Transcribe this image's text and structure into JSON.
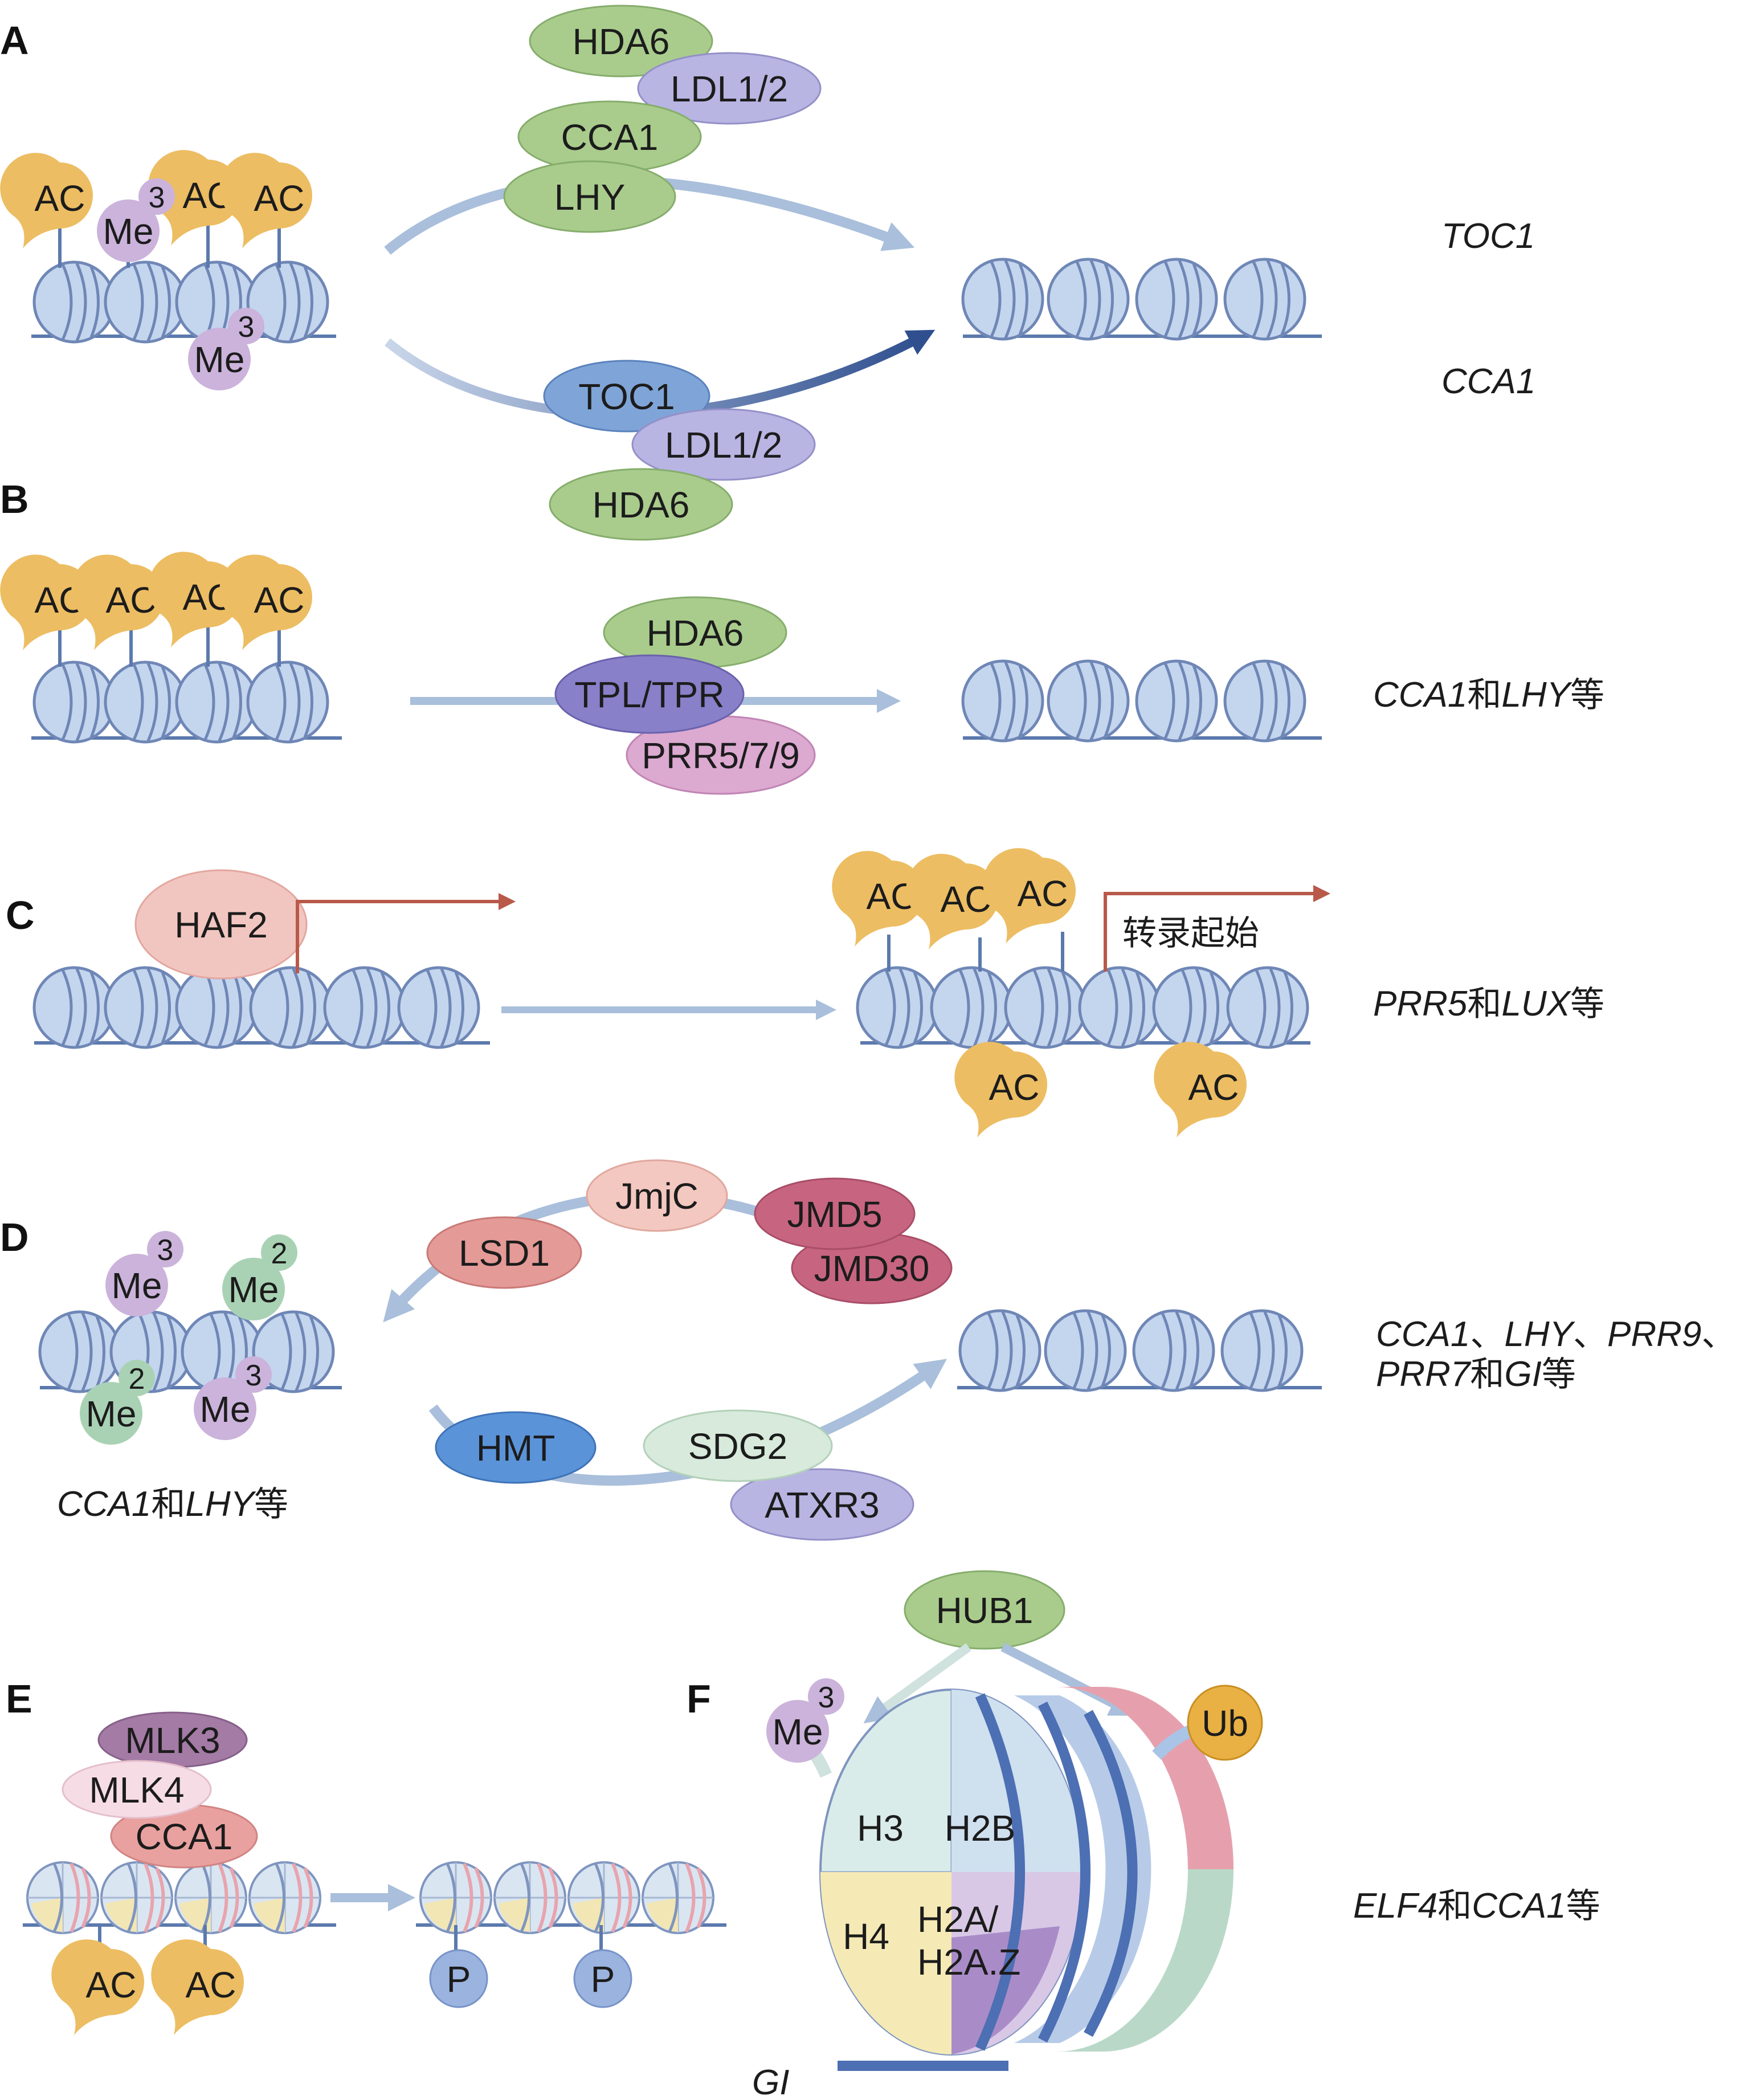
{
  "panels": {
    "A": {
      "label": "A",
      "proteins_top": [
        "HDA6",
        "LDL1/2",
        "CCA1",
        "LHY"
      ],
      "proteins_bottom": [
        "TOC1",
        "LDL1/2",
        "HDA6"
      ],
      "marks": {
        "ac": "AC",
        "me": "Me",
        "me_num": "3"
      },
      "genes": [
        "TOC1",
        "CCA1"
      ]
    },
    "B": {
      "label": "B",
      "marks": {
        "ac": "AC"
      },
      "proteins": [
        "HDA6",
        "TPL/TPR",
        "PRR5/7/9"
      ],
      "gene_a": "CCA1",
      "gene_sep": "和",
      "gene_b": "LHY",
      "gene_tail": "等"
    },
    "C": {
      "label": "C",
      "protein": "HAF2",
      "marks": {
        "ac": "AC"
      },
      "tss_label": "转录起始",
      "gene_a": "PRR5",
      "gene_sep": "和",
      "gene_b": "LUX",
      "gene_tail": "等"
    },
    "D": {
      "label": "D",
      "marks": {
        "me": "Me",
        "num3": "3",
        "num2": "2"
      },
      "upper": [
        "JmjC",
        "JMD5",
        "LSD1",
        "JMD30"
      ],
      "lower": [
        "HMT",
        "SDG2",
        "ATXR3"
      ],
      "left_gene": {
        "a": "CCA1",
        "sep": "和",
        "b": "LHY",
        "tail": "等"
      },
      "right_gene": {
        "l1a": "CCA1",
        "s1": "、",
        "l1b": "LHY",
        "s2": "、",
        "l1c": "PRR9",
        "s3": "、",
        "l2a": "PRR7",
        "s4": "和",
        "l2b": "GI",
        "tail": "等"
      }
    },
    "E": {
      "label": "E",
      "proteins": [
        "MLK3",
        "MLK4",
        "CCA1"
      ],
      "marks": {
        "ac": "AC",
        "p": "P"
      }
    },
    "F": {
      "label": "F",
      "protein": "HUB1",
      "marks": {
        "me": "Me",
        "me_num": "3",
        "ub": "Ub"
      },
      "histones": [
        "H3",
        "H2B",
        "H4",
        "H2A/",
        "H2A.Z"
      ],
      "gene_bottom": "GI",
      "gene_a": "ELF4",
      "gene_sep": "和",
      "gene_b": "CCA1",
      "gene_tail": "等"
    }
  },
  "colors": {
    "nucleosome": "#c4d5ee",
    "nucleosome_edge": "#6f87b6",
    "dna": "#5b79ad",
    "ac": "#ecbd62",
    "me3": "#cbb3db",
    "me2": "#a9d2b5",
    "green": "#a9cc8d",
    "lavender": "#b8b5e3",
    "blue": "#7fa5d8",
    "arrow": "#a9bfdb",
    "red": "#b8594a"
  }
}
